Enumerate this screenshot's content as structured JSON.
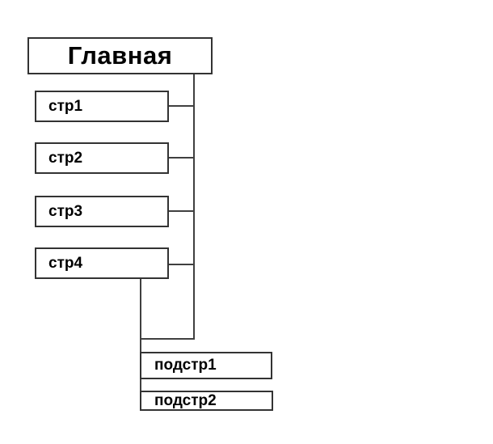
{
  "colors": {
    "canvas_bg": "#ffffff",
    "box_fill": "#ffffff",
    "box_border": "#333333",
    "line": "#404040",
    "text": "#000000"
  },
  "sitemap": {
    "root": {
      "label": "Главная"
    },
    "pages": [
      {
        "label": "стр1"
      },
      {
        "label": "стр2"
      },
      {
        "label": "стр3"
      },
      {
        "label": "стр4"
      }
    ],
    "subpages": [
      {
        "label": "подстр1"
      },
      {
        "label": "подстр2"
      }
    ]
  }
}
